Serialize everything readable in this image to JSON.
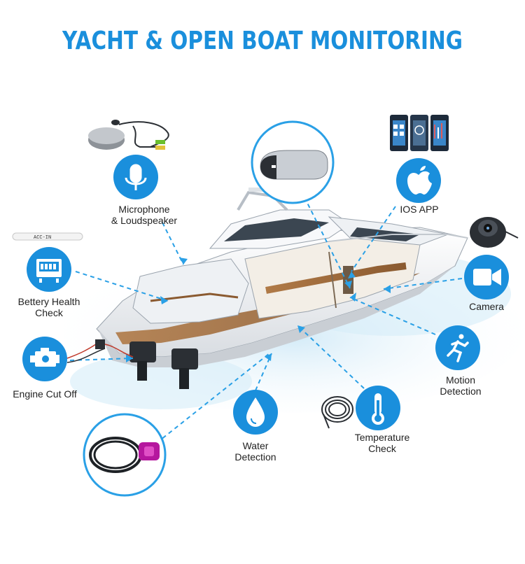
{
  "title": "YACHT & OPEN BOAT MONITORING",
  "colors": {
    "accent": "#1a8fdc",
    "dash": "#2aa0e6",
    "text": "#222222"
  },
  "features": {
    "microphone": {
      "line1": "Microphone",
      "line2": "& Loudspeaker",
      "icon": "microphone-icon"
    },
    "ios_app": {
      "line1": "IOS APP",
      "icon": "apple-icon"
    },
    "battery": {
      "line1": "Bettery Health",
      "line2": "Check",
      "icon": "battery-monitor-icon"
    },
    "camera": {
      "line1": "Camera",
      "icon": "video-camera-icon"
    },
    "engine": {
      "line1": "Engine Cut Off",
      "icon": "engine-icon"
    },
    "motion": {
      "line1": "Motion",
      "line2": "Detection",
      "icon": "running-person-icon"
    },
    "water": {
      "line1": "Water",
      "line2": "Detection",
      "icon": "water-drop-icon"
    },
    "temperature": {
      "line1": "Temperature",
      "line2": "Check",
      "icon": "thermometer-icon"
    }
  },
  "acc_label": "ACC-IN"
}
